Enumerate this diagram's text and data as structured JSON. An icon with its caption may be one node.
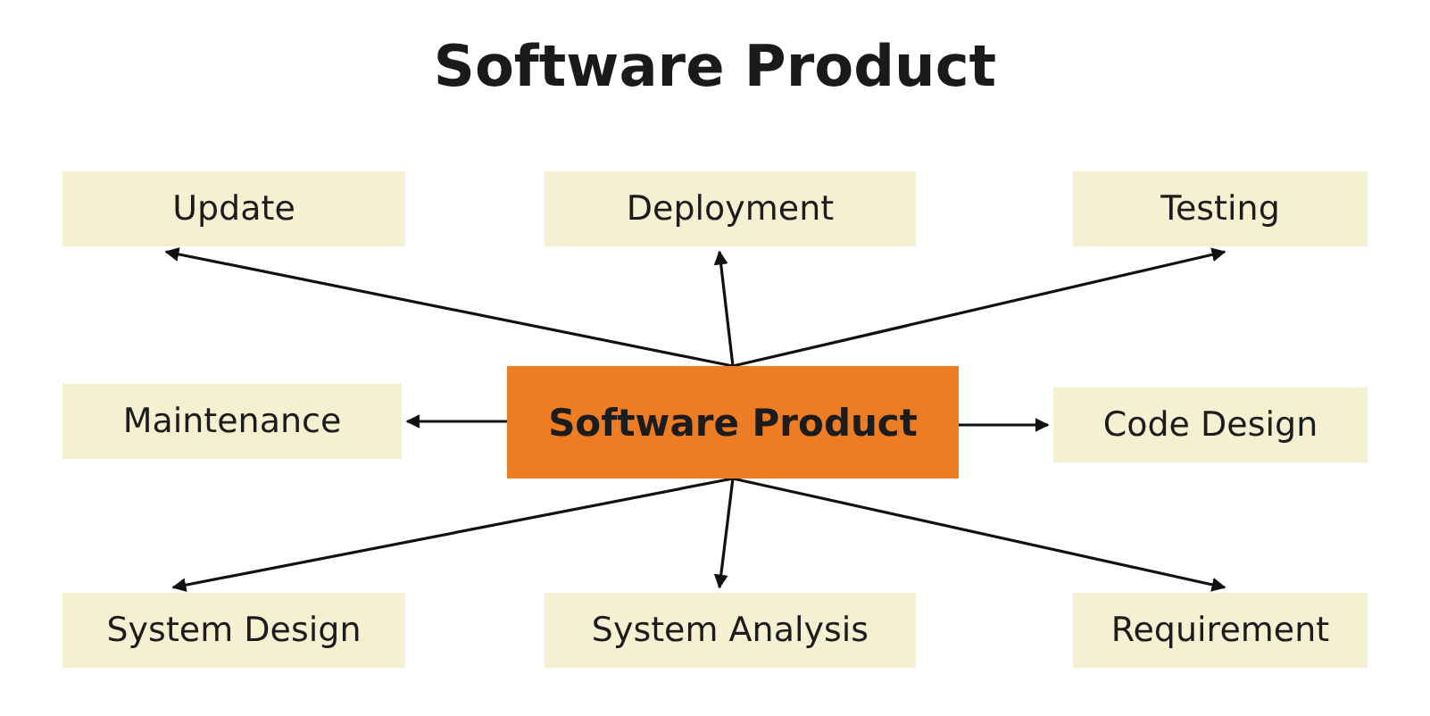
{
  "diagram": {
    "title": "Software Product",
    "nodes": [
      {
        "text": [
          "Software Product"
        ]
      },
      {
        "text": [
          "Update"
        ]
      },
      {
        "text": [
          "Deployment"
        ]
      },
      {
        "text": [
          "Testing"
        ]
      },
      {
        "text": [
          "Maintenance"
        ]
      },
      {
        "text": [
          "Code Design"
        ]
      },
      {
        "text": [
          "System Design"
        ]
      },
      {
        "text": [
          "System Analysis"
        ]
      },
      {
        "text": [
          "Requirement"
        ]
      }
    ],
    "edges": [
      {
        "from": 0,
        "to": 1,
        "arrow": "to"
      },
      {
        "from": 0,
        "to": 2,
        "arrow": "to"
      },
      {
        "from": 0,
        "to": 3,
        "arrow": "to"
      },
      {
        "from": 0,
        "to": 4,
        "arrow": "to"
      },
      {
        "from": 0,
        "to": 5,
        "arrow": "to"
      },
      {
        "from": 0,
        "to": 6,
        "arrow": "to"
      },
      {
        "from": 0,
        "to": 7,
        "arrow": "to"
      },
      {
        "from": 0,
        "to": 8,
        "arrow": "to"
      }
    ]
  }
}
